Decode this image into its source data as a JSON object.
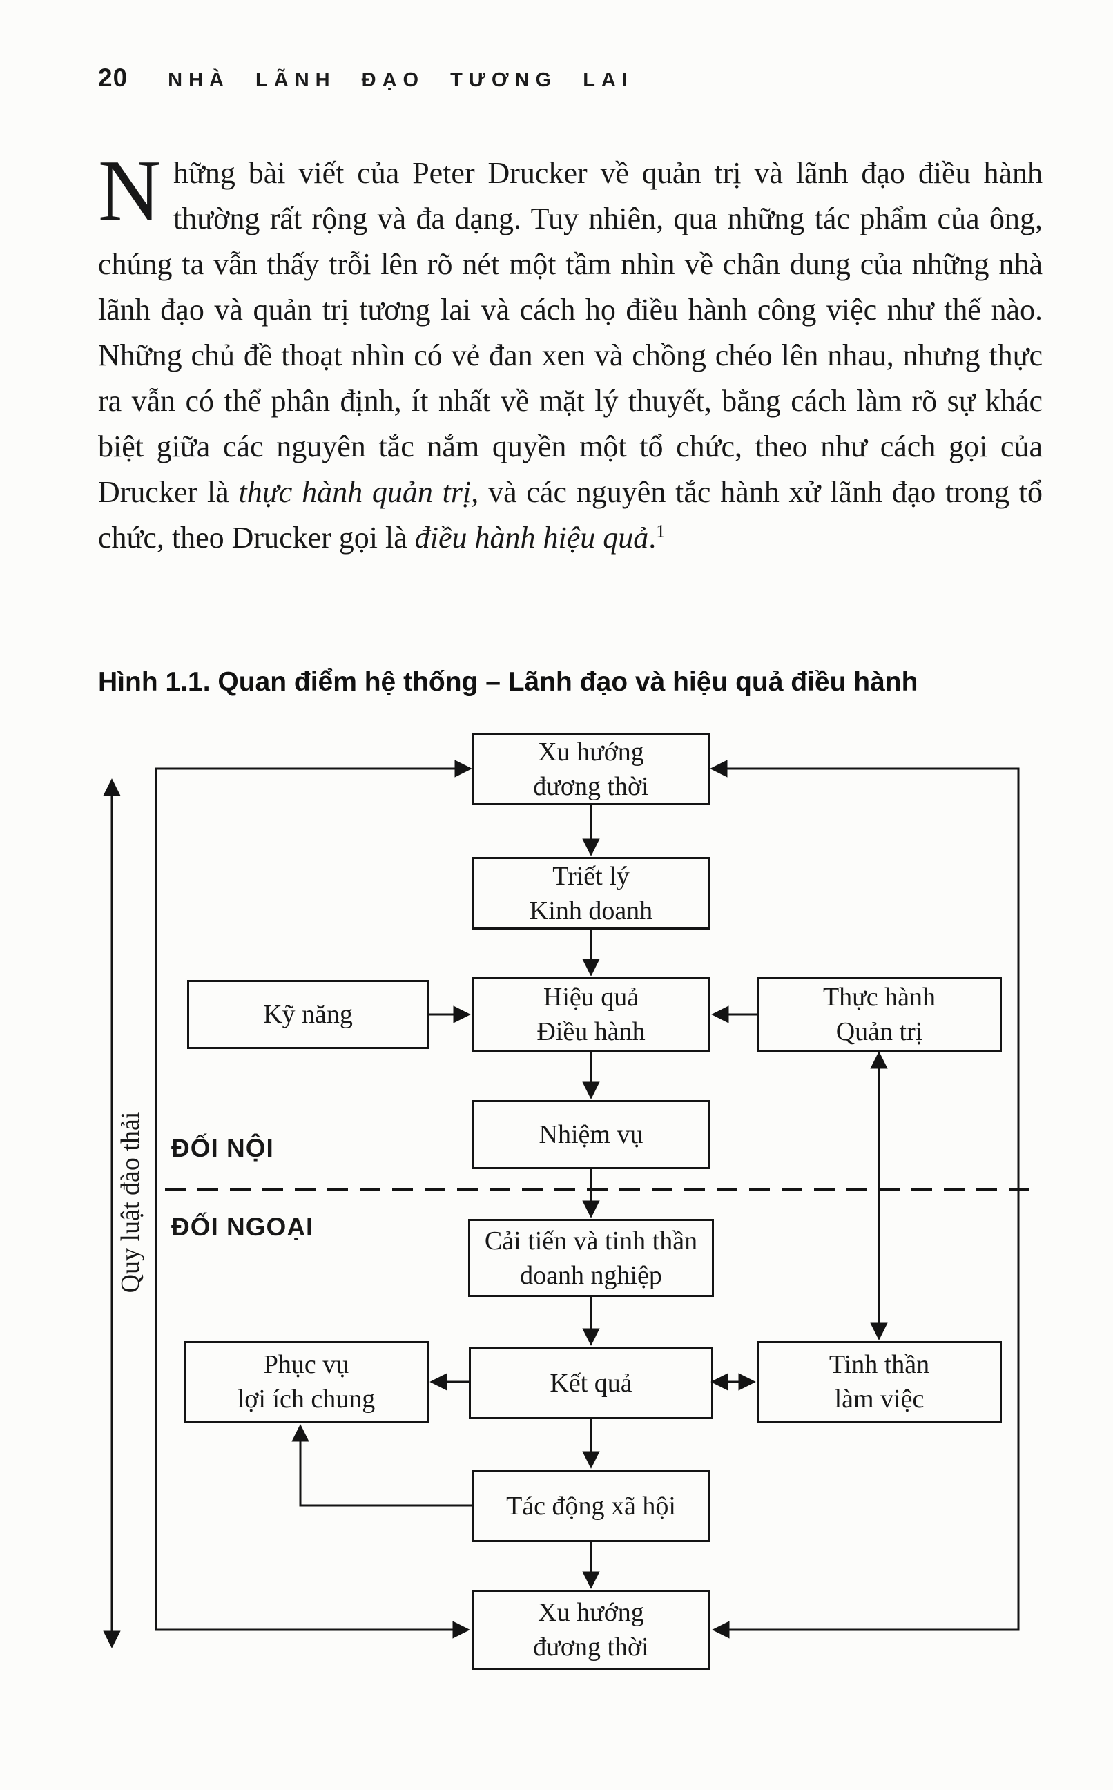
{
  "header": {
    "page_number": "20",
    "book_title": "NHÀ LÃNH ĐẠO TƯƠNG LAI"
  },
  "paragraph": {
    "dropcap": "N",
    "part1": "hững bài viết của Peter Drucker về quản trị và lãnh đạo điều hành thường rất rộng và đa dạng. Tuy nhiên, qua những tác phẩm của ông, chúng ta vẫn thấy trỗi lên rõ nét một tầm nhìn về chân dung của những nhà lãnh đạo và quản trị tương lai và cách họ điều hành công việc như thế nào. Những chủ đề thoạt nhìn có vẻ đan xen và chồng chéo lên nhau, nhưng thực ra vẫn có thể phân định, ít nhất về mặt lý thuyết, bằng cách làm rõ sự khác biệt giữa các nguyên tắc nắm quyền một tổ chức, theo như cách gọi của Drucker là ",
    "italic1": "thực hành quản trị",
    "part2": ", và các nguyên tắc hành xử lãnh đạo trong tổ chức, theo Drucker gọi là ",
    "italic2": "điều hành hiệu quả",
    "part3": ".",
    "footnote_marker": "1"
  },
  "figure": {
    "caption": "Hình 1.1. Quan điểm hệ thống – Lãnh đạo và hiệu quả điều hành",
    "boxes": {
      "xu_huong_top": {
        "line1": "Xu hướng",
        "line2": "đương thời"
      },
      "triet_ly": {
        "line1": "Triết lý",
        "line2": "Kinh doanh"
      },
      "ky_nang": {
        "line1": "Kỹ năng"
      },
      "hieu_qua": {
        "line1": "Hiệu quả",
        "line2": "Điều hành"
      },
      "thuc_hanh": {
        "line1": "Thực hành",
        "line2": "Quản trị"
      },
      "nhiem_vu": {
        "line1": "Nhiệm vụ"
      },
      "cai_tien": {
        "line1": "Cải tiến và tinh thần",
        "line2": "doanh nghiệp"
      },
      "phuc_vu": {
        "line1": "Phục vụ",
        "line2": "lợi ích chung"
      },
      "ket_qua": {
        "line1": "Kết quả"
      },
      "tinh_than": {
        "line1": "Tinh thần",
        "line2": "làm việc"
      },
      "tac_dong": {
        "line1": "Tác động xã hội"
      },
      "xu_huong_bottom": {
        "line1": "Xu hướng",
        "line2": "đương thời"
      }
    },
    "labels": {
      "doi_noi": "ĐỐI NỘI",
      "doi_ngoai": "ĐỐI NGOẠI",
      "quy_luat_dao_thai": "Quy luật đào thải"
    },
    "colors": {
      "line": "#141414",
      "background": "#fcfcfa"
    }
  }
}
